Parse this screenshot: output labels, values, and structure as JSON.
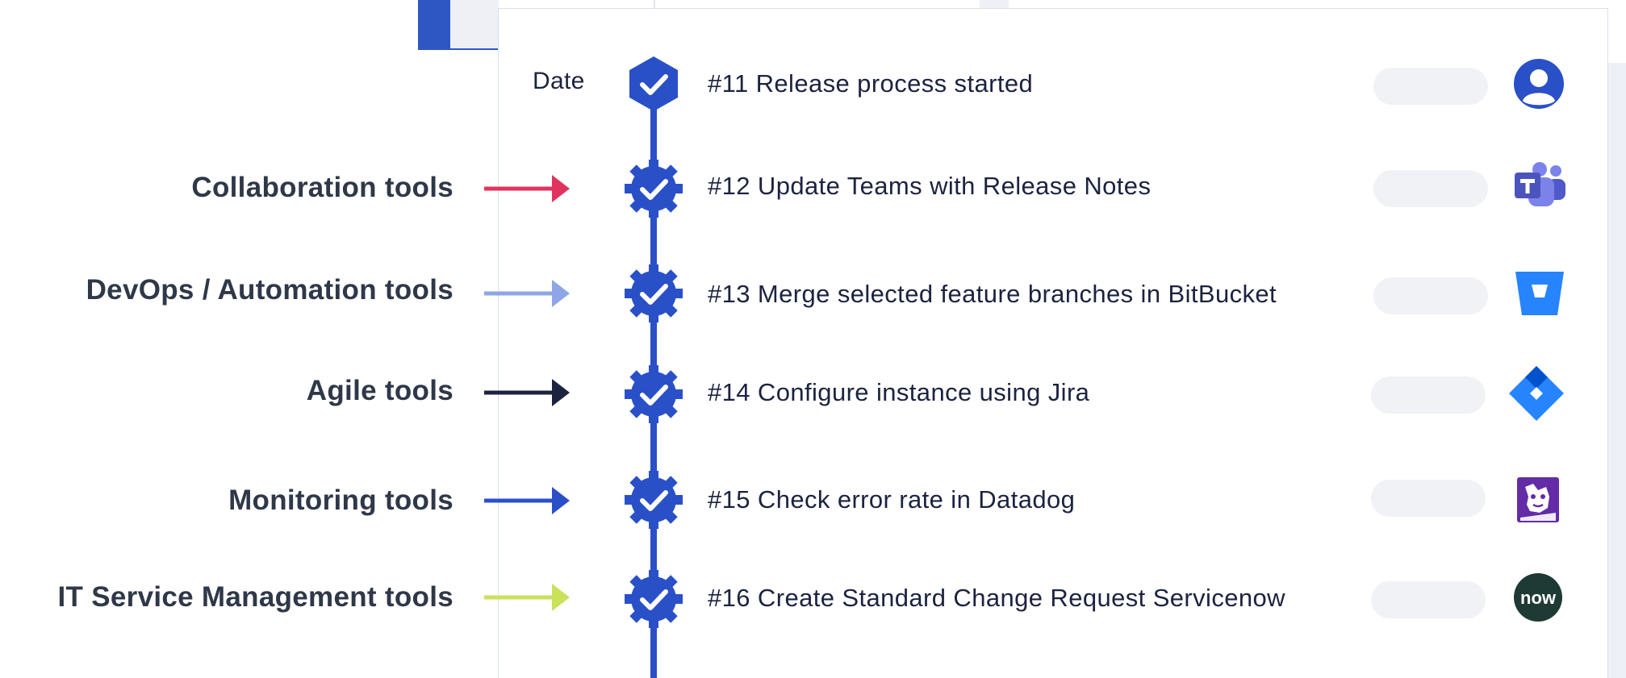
{
  "timeline": {
    "date_label": "Date",
    "steps": [
      {
        "title": "#11 Release process started",
        "icon": "user-avatar-icon",
        "badge": "hexagon-check"
      },
      {
        "title": "#12 Update Teams with Release Notes",
        "icon": "microsoft-teams-icon",
        "badge": "gear-check"
      },
      {
        "title": "#13 Merge selected feature branches in BitBucket",
        "icon": "bitbucket-icon",
        "badge": "gear-check"
      },
      {
        "title": "#14 Configure instance using Jira",
        "icon": "jira-icon",
        "badge": "gear-check"
      },
      {
        "title": "#15 Check error rate in Datadog",
        "icon": "datadog-icon",
        "badge": "gear-check"
      },
      {
        "title": "#16 Create Standard Change Request Servicenow",
        "icon": "servicenow-icon",
        "badge": "gear-check",
        "icon_text": "now"
      }
    ]
  },
  "legend": [
    {
      "label": "Collaboration tools",
      "color": "#e0345e"
    },
    {
      "label": "DevOps / Automation tools",
      "color": "#8fa6e6"
    },
    {
      "label": "Agile tools",
      "color": "#1b2340"
    },
    {
      "label": "Monitoring tools",
      "color": "#2a50c8"
    },
    {
      "label": "IT Service Management tools",
      "color": "#c9e25a"
    }
  ],
  "colors": {
    "timeline_blue": "#2a50c8",
    "status_pill": "#f1f2f6",
    "text_dark": "#1b2340"
  }
}
